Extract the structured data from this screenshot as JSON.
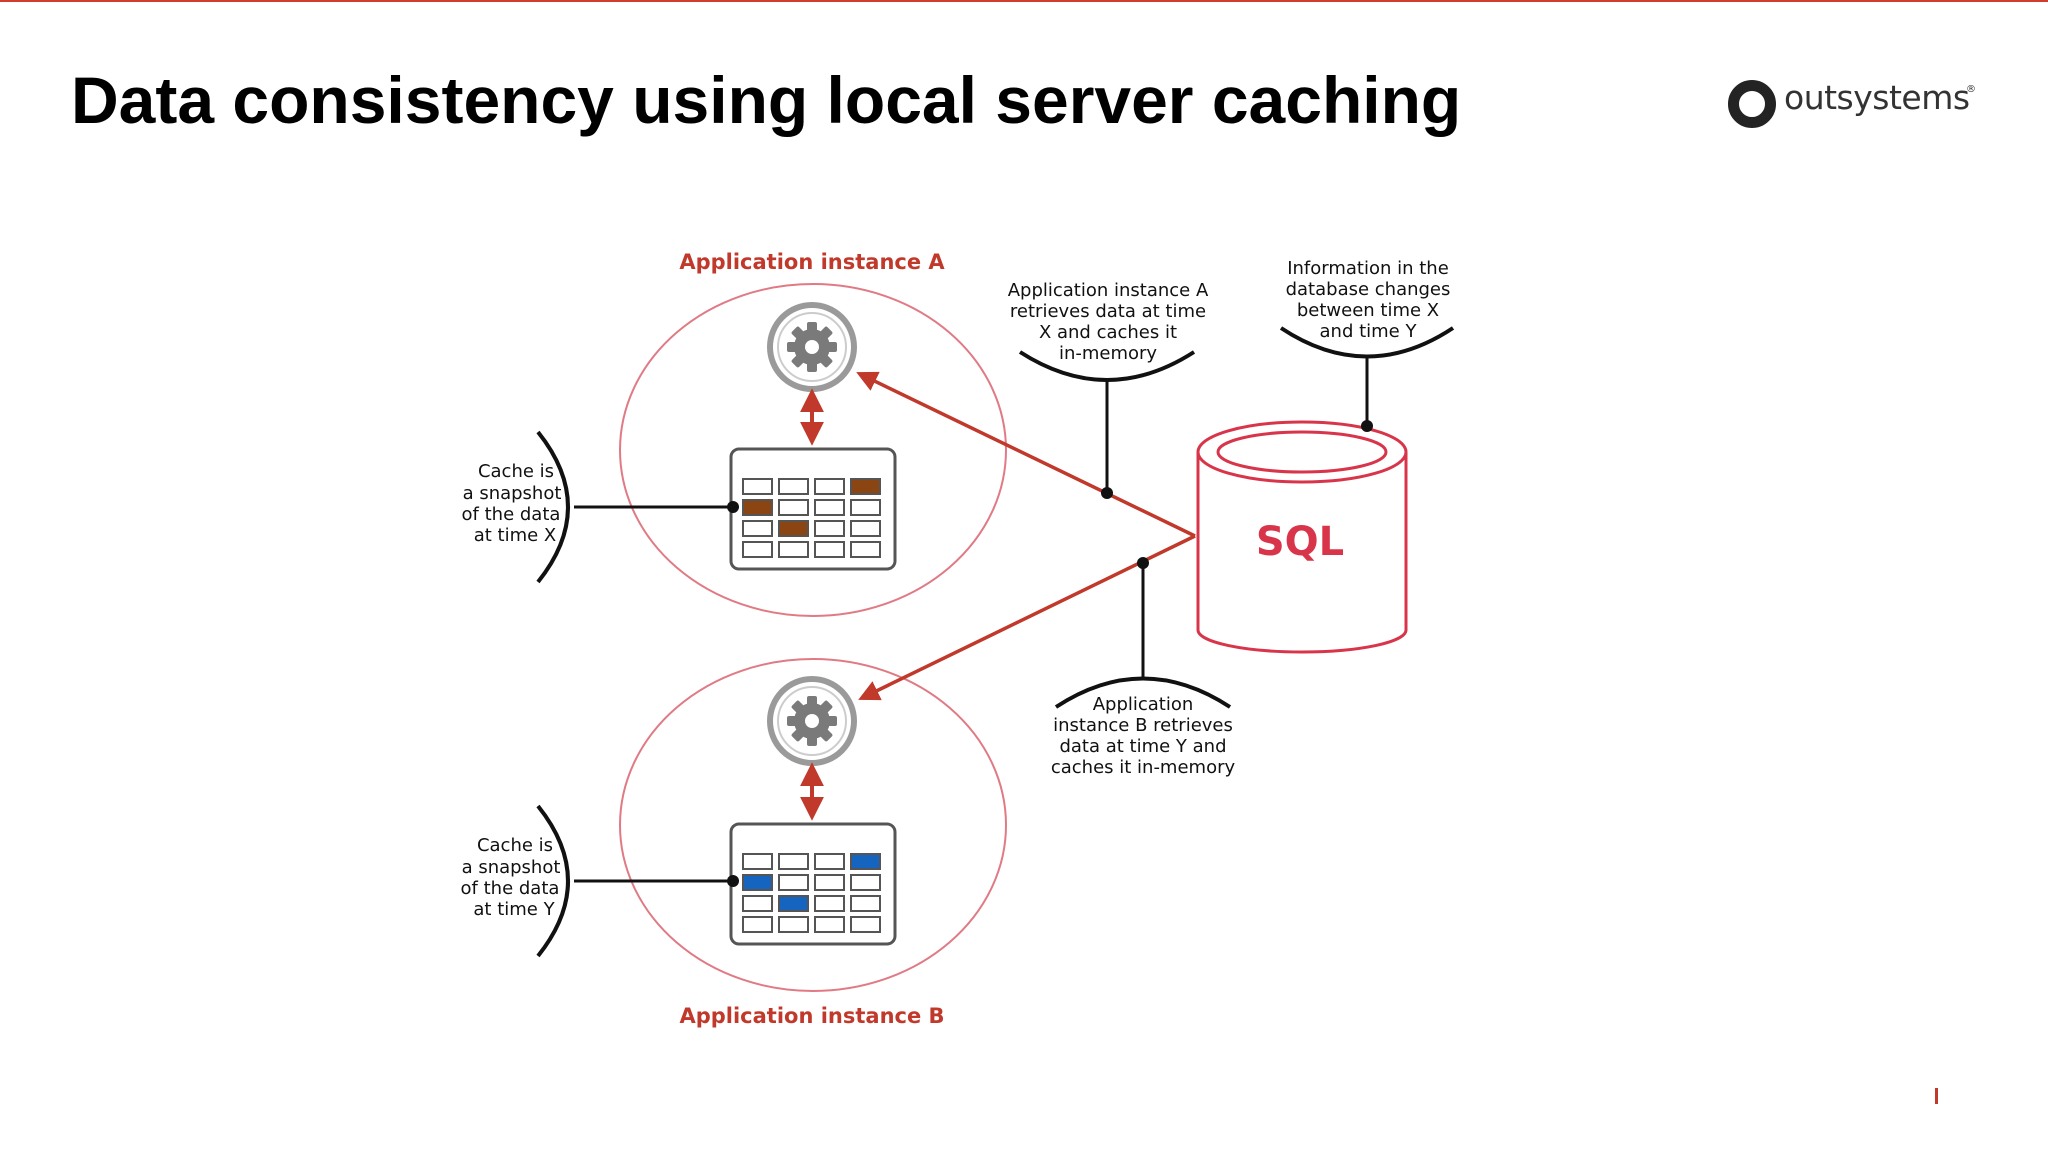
{
  "slide": {
    "title": "Data consistency using local server caching",
    "logo_text": "outsystems",
    "logo_reg": "®"
  },
  "diagram": {
    "instance_a_label": "Application instance A",
    "instance_b_label": "Application instance B",
    "sql_label": "SQL",
    "note_a": [
      "Application instance A",
      "retrieves data at time",
      "X and caches it",
      "in-memory"
    ],
    "note_db": [
      "Information in the",
      "database changes",
      "between time X",
      "and time Y"
    ],
    "note_b": [
      "Application",
      "instance B retrieves",
      "data at time Y and",
      "caches it in-memory"
    ],
    "cache_a": [
      "Cache is",
      "a snapshot",
      "of the data",
      "at time X"
    ],
    "cache_b": [
      "Cache is",
      "a snapshot",
      "of the data",
      "at time Y"
    ],
    "colors": {
      "accent": "#c0392b",
      "circle": "#e07a85",
      "cache_a_highlight": "#8b4513",
      "cache_b_highlight": "#1565c0"
    },
    "icons": [
      "gear-icon",
      "database-icon",
      "table-grid-icon"
    ]
  }
}
